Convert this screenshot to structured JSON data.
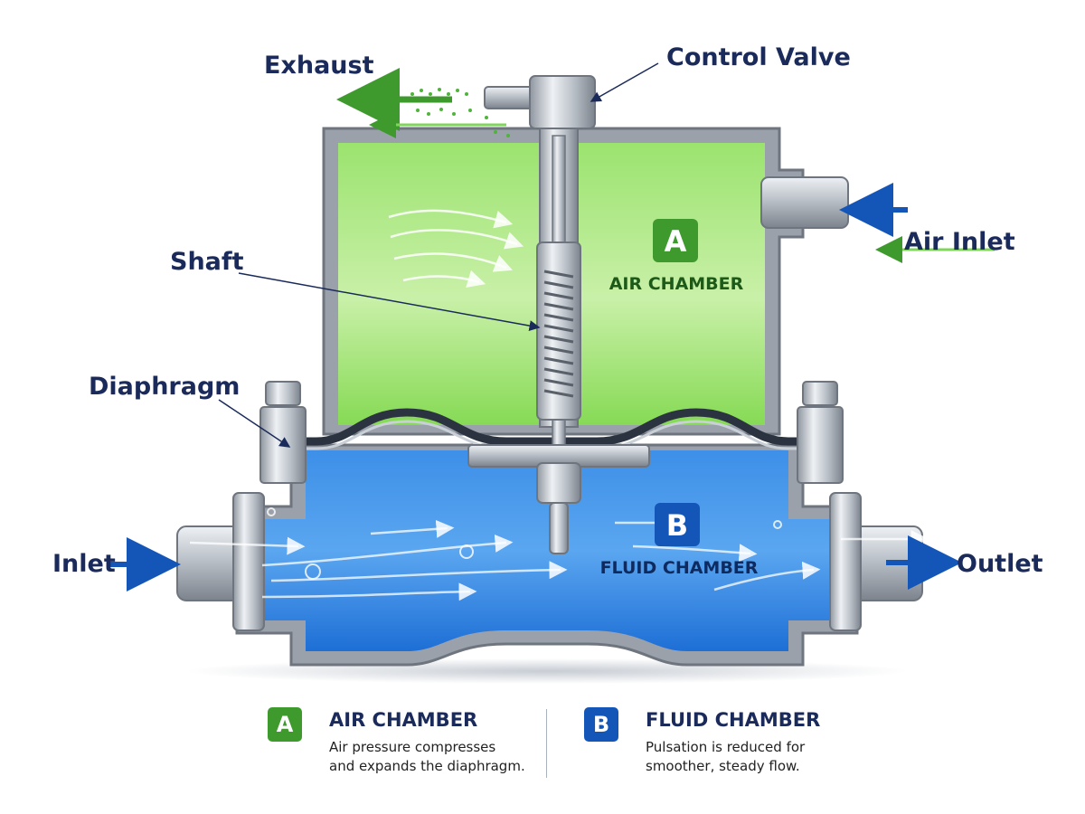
{
  "labels": {
    "exhaust": "Exhaust",
    "control_valve": "Control Valve",
    "air_inlet": "Air Inlet",
    "shaft": "Shaft",
    "diaphragm": "Diaphragm",
    "inlet": "Inlet",
    "outlet": "Outlet"
  },
  "chambers": {
    "air": {
      "letter": "A",
      "label": "AIR CHAMBER"
    },
    "fluid": {
      "letter": "B",
      "label": "FLUID CHAMBER"
    }
  },
  "legend": {
    "air": {
      "letter": "A",
      "title": "AIR CHAMBER",
      "line1": "Air pressure compresses",
      "line2": "and expands the diaphragm."
    },
    "fluid": {
      "letter": "B",
      "title": "FLUID CHAMBER",
      "line1": "Pulsation is reduced for",
      "line2": "smoother, steady flow."
    }
  },
  "colors": {
    "air": "#7fd45a",
    "air_dark": "#3f9a2e",
    "fluid": "#2f7fe0",
    "fluid_dark": "#1456b8",
    "metal": "#b8bec6",
    "text": "#1a2a5a"
  }
}
